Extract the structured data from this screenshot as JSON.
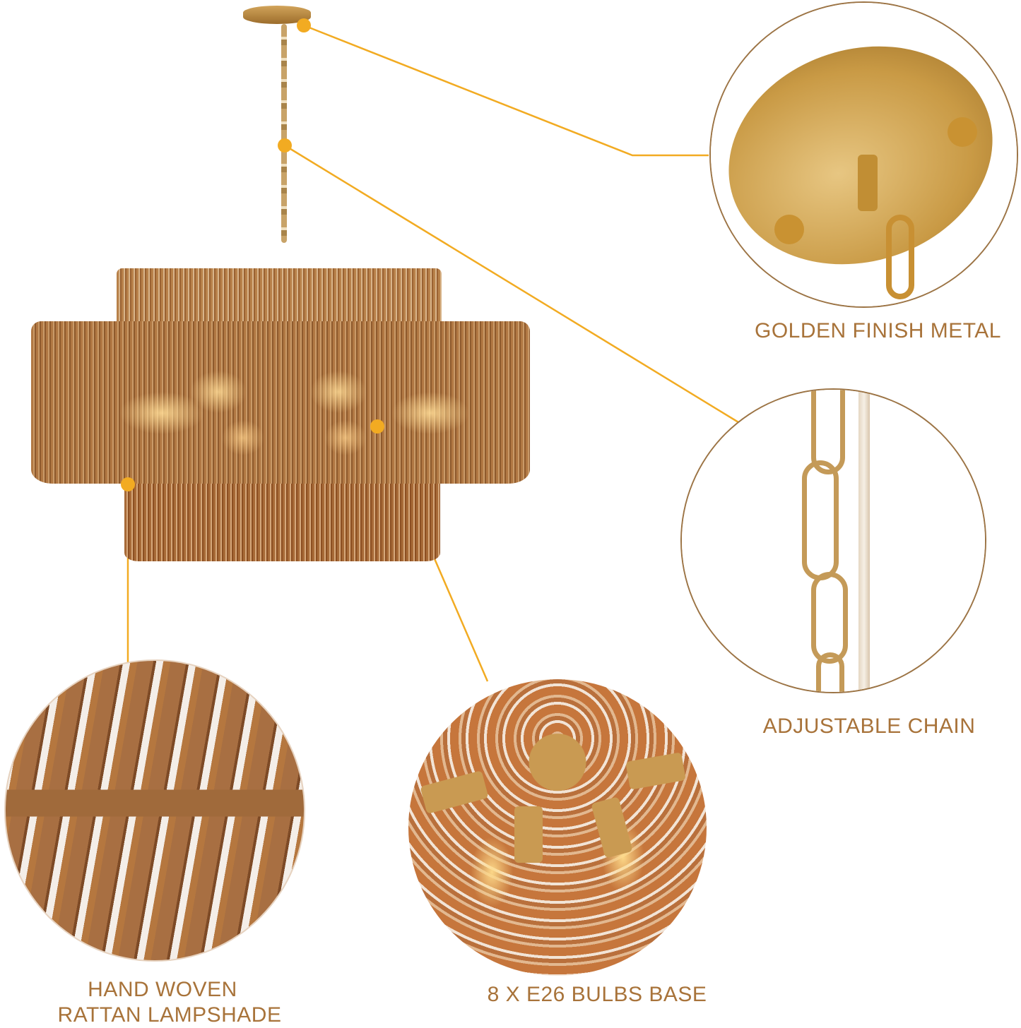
{
  "infographic": {
    "subject": "Three-tier woven rattan drum chandelier with gold hardware",
    "colors": {
      "background": "#ffffff",
      "label_text": "#a8733a",
      "callout_line": "#f2ab22",
      "callout_dot": "#f2ab22",
      "ring_border": "#9c7445",
      "gold_metal": "#c9a04e",
      "rattan": "#b07a45",
      "rattan_dark": "#8a4f25"
    },
    "callouts": [
      {
        "id": "canopy",
        "label": "GOLDEN FINISH METAL",
        "detail": "gold ceiling canopy plate close-up"
      },
      {
        "id": "chain",
        "label": "ADJUSTABLE CHAIN",
        "detail": "gold chain link with cord close-up"
      },
      {
        "id": "shade",
        "label_line1": "HAND WOVEN",
        "label_line2": "RATTAN LAMPSHADE",
        "detail": "twisted rattan rope weave close-up"
      },
      {
        "id": "bulbs",
        "label": "8 X E26 BULBS BASE",
        "detail": "underside view with sputnik arms and Edison bulbs"
      }
    ]
  }
}
